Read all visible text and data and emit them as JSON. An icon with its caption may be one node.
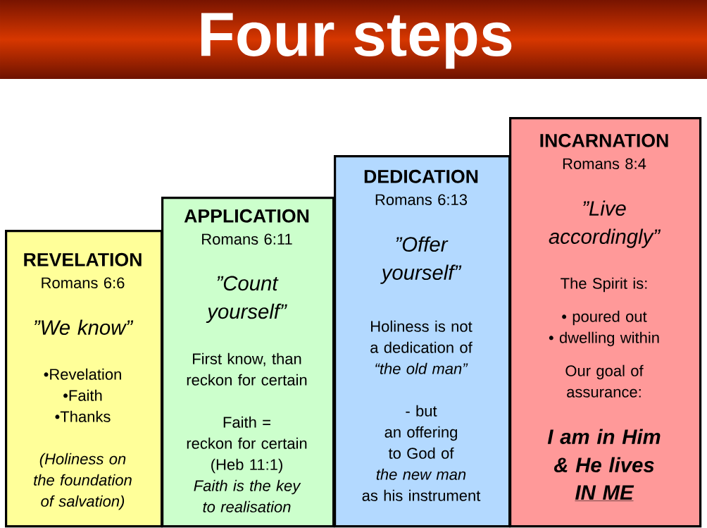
{
  "diagram": {
    "title": "Four steps",
    "nodes": [
      {
        "text": [
          "REVELATION",
          "Romans 6:6",
          "”We know”",
          "•Revelation",
          "•Faith",
          "•Thanks",
          "(Holiness on the foundation of salvation)"
        ]
      },
      {
        "text": [
          "APPLICATION",
          "Romans 6:11",
          "”Count yourself”",
          "First know, than reckon for certain",
          "Faith =",
          "reckon for certain (Heb 11:1)",
          "Faith is the key to realisation"
        ]
      },
      {
        "text": [
          "DEDICATION",
          "Romans 6:13",
          "”Offer yourself”",
          "Holiness is not a dedication of *“the old man”*",
          "- but",
          "an offering",
          "to God of",
          "the new man",
          "as his instrument"
        ]
      },
      {
        "text": [
          "INCARNATION",
          "Romans 8:4",
          "”Live accordingly”",
          "The Spirit is:",
          "• poured out",
          "• dwelling within",
          "Our goal of assurance:",
          "I am in Him & He lives",
          "IN ME"
        ]
      }
    ]
  }
}
